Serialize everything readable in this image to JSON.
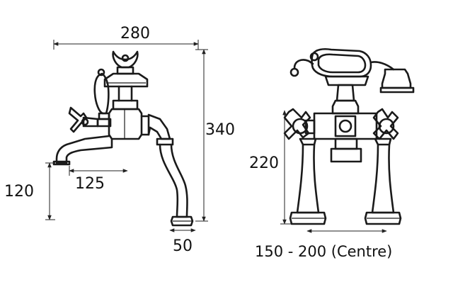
{
  "dimensions": {
    "width_overall": "280",
    "height_overall": "340",
    "spout_height": "120",
    "spout_reach": "125",
    "base_diameter": "50",
    "leg_height": "220",
    "centres": "150 - 200 (Centre)"
  }
}
